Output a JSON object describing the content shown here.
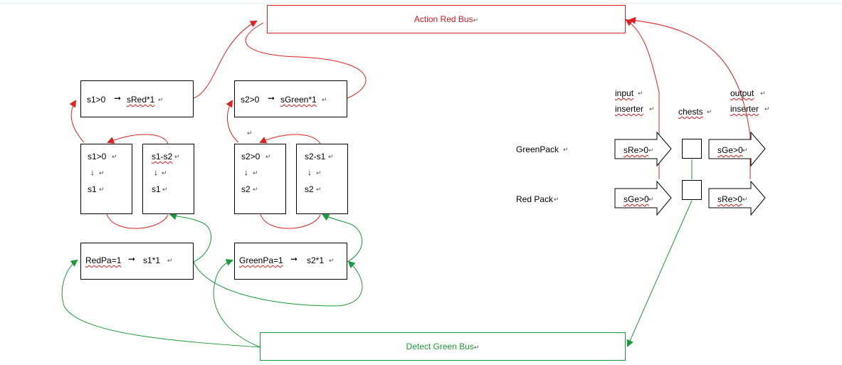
{
  "buses": {
    "action_red": "Action Red Bus",
    "detect_green": "Detect Green Bus"
  },
  "rules": {
    "s1_to_sred": {
      "cond": "s1>0",
      "result": "sRed*1"
    },
    "s2_to_sgreen": {
      "cond": "s2>0",
      "result": "sGreen*1"
    },
    "redpa": {
      "cond": "RedPa=1",
      "result": "s1*1"
    },
    "greenpa": {
      "cond": "GreenPa=1",
      "result": "s2*1"
    }
  },
  "combinators": {
    "c1": {
      "top": "s1>0",
      "arrow": "↓",
      "bottom": "s1"
    },
    "c2": {
      "top": "s1-s2",
      "arrow": "↓",
      "bottom": "s1"
    },
    "c3": {
      "top": "s2>0",
      "arrow": "↓",
      "bottom": "s2"
    },
    "c4": {
      "top": "s2-s1",
      "arrow": "↓",
      "bottom": "s2"
    }
  },
  "layout_labels": {
    "input": "input",
    "input_inserter": "inserter",
    "chests": "chests",
    "output": "output",
    "output_inserter": "inserter",
    "greenpack": "GreenPack",
    "redpack": "Red Pack"
  },
  "inserters": {
    "in_green": "sRe>0",
    "in_red": "sGe>0",
    "out_green": "sGe>0",
    "out_red": "sRe>0"
  },
  "arrow_glyph": "➞",
  "para_mark": "↵",
  "stray_mark": "↵",
  "colors": {
    "red_wire": "#e02020",
    "green_wire": "#1a9a3a"
  }
}
